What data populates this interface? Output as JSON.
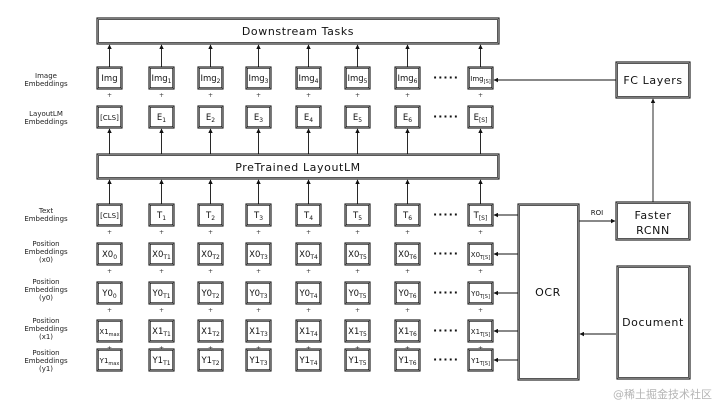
{
  "blocks": {
    "downstream": "Downstream Tasks",
    "pretrained": "PreTrained LayoutLM",
    "fc_layers": "FC Layers",
    "faster_rcnn_line1": "Faster",
    "faster_rcnn_line2": "RCNN",
    "ocr": "OCR",
    "document": "Document",
    "roi": "ROI"
  },
  "rows": [
    {
      "key": "image",
      "label": [
        "Image",
        "Embeddings"
      ],
      "cells": [
        "Img",
        "Img1",
        "Img2",
        "Img3",
        "Img4",
        "Img5",
        "Img6",
        "Img[S]"
      ]
    },
    {
      "key": "layoutlm",
      "label": [
        "LayoutLM",
        "Embeddings"
      ],
      "cells": [
        "[CLS]",
        "E1",
        "E2",
        "E3",
        "E4",
        "E5",
        "E6",
        "E[S]"
      ]
    },
    {
      "key": "text",
      "label": [
        "Text",
        "Embeddings"
      ],
      "cells": [
        "[CLS]",
        "T1",
        "T2",
        "T3",
        "T4",
        "T5",
        "T6",
        "T[S]"
      ]
    },
    {
      "key": "x0",
      "label": [
        "Position",
        "Embeddings",
        "(x0)"
      ],
      "cells": [
        "X0_0",
        "X0_T1",
        "X0_T2",
        "X0_T3",
        "X0_T4",
        "X0_T5",
        "X0_T6",
        "X0_T[S]"
      ]
    },
    {
      "key": "y0",
      "label": [
        "Position",
        "Embeddings",
        "(y0)"
      ],
      "cells": [
        "Y0_0",
        "Y0_T1",
        "Y0_T2",
        "Y0_T3",
        "Y0_T4",
        "Y0_T5",
        "Y0_T6",
        "Y0_T[S]"
      ]
    },
    {
      "key": "x1",
      "label": [
        "Position",
        "Embeddings",
        "(x1)"
      ],
      "cells": [
        "X1_max",
        "X1_T1",
        "X1_T2",
        "X1_T3",
        "X1_T4",
        "X1_T5",
        "X1_T6",
        "X1_T[S]"
      ]
    },
    {
      "key": "y1",
      "label": [
        "Position",
        "Embeddings",
        "(y1)"
      ],
      "cells": [
        "Y1_max",
        "Y1_T1",
        "Y1_T2",
        "Y1_T3",
        "Y1_T4",
        "Y1_T5",
        "Y1_T6",
        "Y1_T[S]"
      ]
    }
  ],
  "ellipsis": "·····",
  "plus_sign": "+",
  "watermark": "@稀土掘金技术社区"
}
